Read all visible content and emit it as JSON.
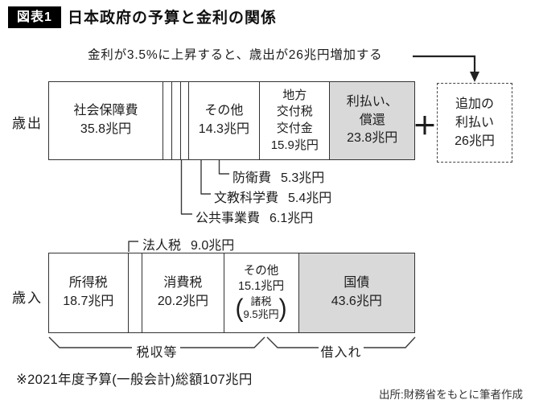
{
  "header": {
    "tag": "図表1",
    "title": "日本政府の予算と金利の関係"
  },
  "annotation": {
    "text": "金利が3.5%に上昇すると、歳出が26兆円増加する"
  },
  "expenditure": {
    "row_label": "歳出",
    "segments": [
      {
        "name": "社会保障費",
        "lines": [
          "社会保障費",
          "35.8兆円"
        ]
      },
      {
        "name": "公共事業費"
      },
      {
        "name": "文教科学費"
      },
      {
        "name": "防衛費"
      },
      {
        "name": "その他",
        "lines": [
          "その他",
          "14.3兆円"
        ]
      },
      {
        "name": "地方交付税交付金",
        "lines": [
          "地方",
          "交付税",
          "交付金",
          "15.9兆円"
        ]
      },
      {
        "name": "利払い、償還",
        "lines": [
          "利払い、",
          "償還",
          "23.8兆円"
        ]
      }
    ],
    "callouts": [
      {
        "label": "防衛費",
        "value": "5.3兆円"
      },
      {
        "label": "文教科学費",
        "value": "5.4兆円"
      },
      {
        "label": "公共事業費",
        "value": "6.1兆円"
      }
    ],
    "plus": "＋",
    "additional_box": {
      "lines": [
        "追加の",
        "利払い",
        "26兆円"
      ]
    }
  },
  "revenue": {
    "row_label": "歳入",
    "segments": [
      {
        "name": "所得税",
        "lines": [
          "所得税",
          "18.7兆円"
        ]
      },
      {
        "name": "法人税"
      },
      {
        "name": "消費税",
        "lines": [
          "消費税",
          "20.2兆円"
        ]
      },
      {
        "name": "その他",
        "lines": [
          "その他",
          "15.1兆円"
        ],
        "paren": [
          "諸税",
          "9.5兆円"
        ]
      },
      {
        "name": "国債",
        "lines": [
          "国債",
          "43.6兆円"
        ]
      }
    ],
    "callout": {
      "label": "法人税",
      "value": "9.0兆円"
    },
    "braces": [
      {
        "label": "税収等"
      },
      {
        "label": "借入れ"
      }
    ]
  },
  "footnote": "※2021年度予算(一般会計)総額107兆円",
  "source": "出所:財務省をもとに筆者作成",
  "colors": {
    "shaded": "#d9d9d9",
    "line": "#3a3a3a",
    "text": "#1c1c1c",
    "tag_bg": "#000000",
    "tag_fg": "#ffffff"
  },
  "chart_data": {
    "type": "bar",
    "orientation": "horizontal-stacked",
    "unit": "兆円",
    "title": "日本政府の予算と金利の関係",
    "series": [
      {
        "name": "歳出",
        "segments": [
          {
            "label": "社会保障費",
            "value": 35.8
          },
          {
            "label": "公共事業費",
            "value": 6.1
          },
          {
            "label": "文教科学費",
            "value": 5.4
          },
          {
            "label": "防衛費",
            "value": 5.3
          },
          {
            "label": "その他",
            "value": 14.3
          },
          {
            "label": "地方交付税交付金",
            "value": 15.9
          },
          {
            "label": "利払い、償還",
            "value": 23.8,
            "shaded": true
          }
        ]
      },
      {
        "name": "歳入",
        "segments": [
          {
            "label": "所得税",
            "value": 18.7
          },
          {
            "label": "法人税",
            "value": 9.0
          },
          {
            "label": "消費税",
            "value": 20.2
          },
          {
            "label": "その他",
            "value": 15.1,
            "note": "うち諸税 9.5兆円"
          },
          {
            "label": "国債",
            "value": 43.6,
            "shaded": true
          }
        ]
      }
    ],
    "annotations": [
      {
        "label": "追加の利払い",
        "value": 26,
        "condition": "金利が3.5%に上昇した場合"
      },
      {
        "label": "税収等",
        "applies_to": [
          "所得税",
          "法人税",
          "消費税",
          "その他"
        ]
      },
      {
        "label": "借入れ",
        "applies_to": [
          "国債"
        ]
      }
    ],
    "total_note": "2021年度予算(一般会計)総額107兆円"
  }
}
